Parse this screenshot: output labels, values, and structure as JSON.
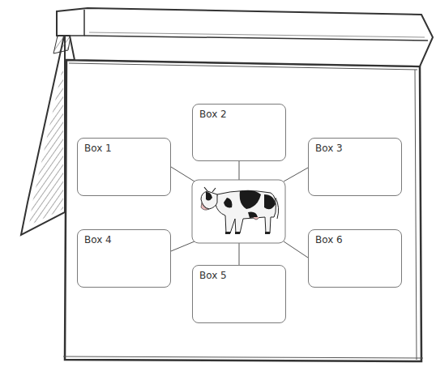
{
  "diagram": {
    "nodes": [
      {
        "text": [
          "Box 1"
        ]
      },
      {
        "text": [
          "Box 2"
        ]
      },
      {
        "text": [
          "Box 3"
        ]
      },
      {
        "text": [
          "Box 4"
        ]
      },
      {
        "text": [
          "Box 5"
        ]
      },
      {
        "text": [
          "Box 6"
        ]
      }
    ]
  }
}
